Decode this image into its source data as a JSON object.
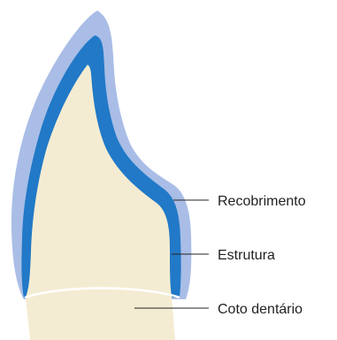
{
  "labels": {
    "coating": "Recobrimento",
    "structure": "Estrutura",
    "stump": "Coto dentário"
  },
  "colors": {
    "coating": "#a9bde6",
    "structure": "#2179c7",
    "stump": "#f4ecd2",
    "margin_line": "#ffffff",
    "leader_line": "#222222",
    "text": "#222222"
  }
}
